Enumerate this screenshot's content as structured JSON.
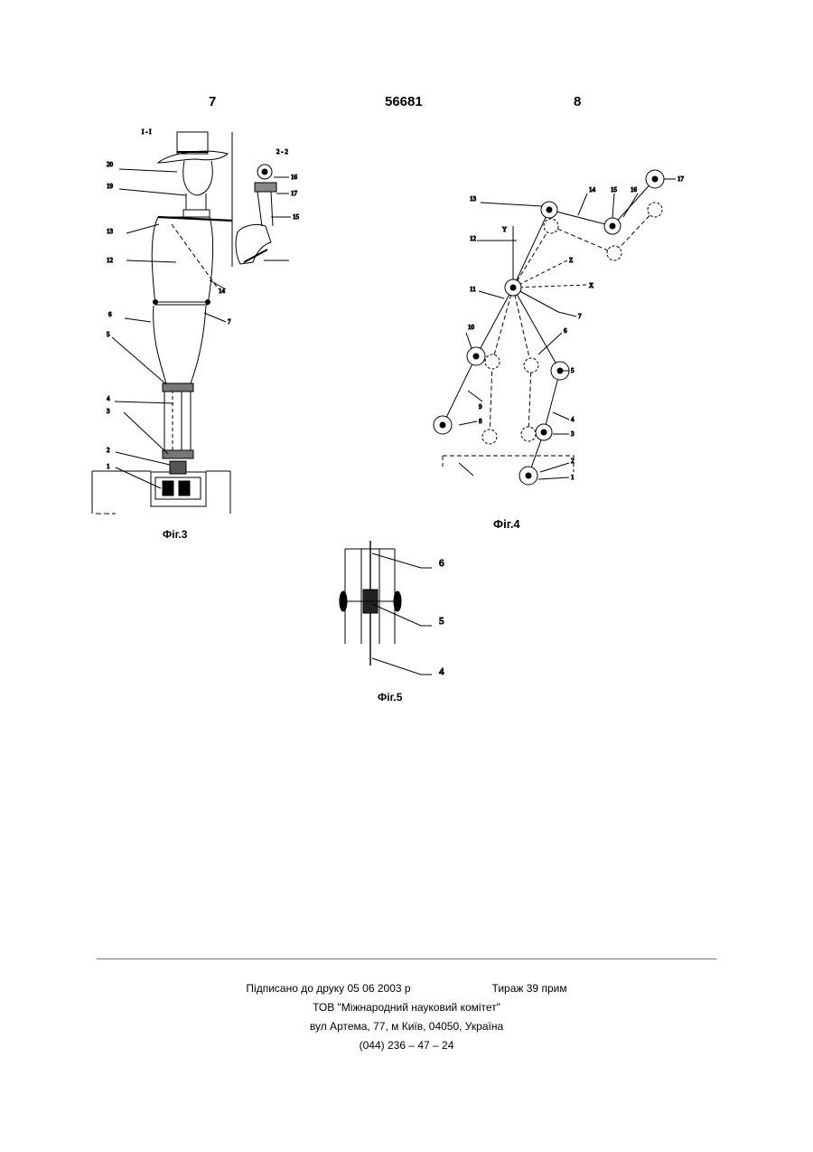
{
  "header": {
    "left_page": "7",
    "patent_number": "56681",
    "right_page": "8"
  },
  "figures": {
    "fig3": {
      "caption": "Фіг.3",
      "section_labels": [
        "I - I",
        "2 - 2"
      ],
      "labels": [
        "20",
        "19",
        "13",
        "12",
        "14",
        "7",
        "6",
        "5",
        "4",
        "3",
        "2",
        "1",
        "16",
        "17",
        "15"
      ]
    },
    "fig4": {
      "caption": "Фіг.4",
      "axis_labels": [
        "Y",
        "X",
        "Z"
      ],
      "labels": [
        "13",
        "14",
        "15",
        "16",
        "17",
        "12",
        "11",
        "10",
        "9",
        "8",
        "7",
        "6",
        "5",
        "4",
        "3",
        "2",
        "1"
      ]
    },
    "fig5": {
      "caption": "Фіг.5",
      "labels": [
        "6",
        "5",
        "4"
      ]
    }
  },
  "imprint": {
    "signed": "Підписано до друку 05 06 2003 р",
    "print_run": "Тираж 39 прим",
    "org": "ТОВ \"Міжнародний науковий комітет\"",
    "address": "вул  Артема, 77, м  Київ, 04050, Україна",
    "phone": "(044) 236 – 47 – 24"
  }
}
